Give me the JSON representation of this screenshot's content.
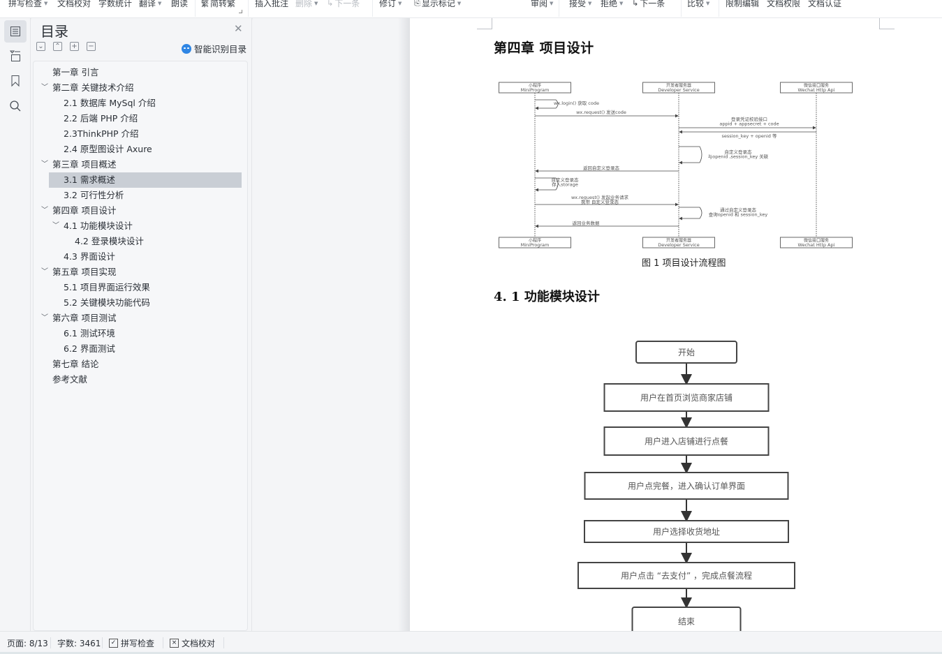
{
  "toolbar": {
    "items": [
      {
        "label": "拼写检查",
        "caret": true,
        "disabled": false
      },
      {
        "label": "文档校对",
        "caret": false,
        "disabled": false
      },
      {
        "label": "字数统计",
        "caret": false,
        "disabled": false
      },
      {
        "label": "翻译",
        "caret": true,
        "disabled": false
      },
      {
        "label": "朗读",
        "caret": false,
        "disabled": false
      },
      {
        "label": "简转繁",
        "caret": false,
        "disabled": false,
        "icon": "simplified-traditional-icon"
      },
      {
        "label": "插入批注",
        "caret": false,
        "disabled": false
      },
      {
        "label": "删除",
        "caret": true,
        "disabled": true
      },
      {
        "label": "下一条",
        "caret": false,
        "disabled": true,
        "icon": "next-comment-icon"
      },
      {
        "label": "修订",
        "caret": true,
        "disabled": false
      },
      {
        "label": "显示标记",
        "caret": true,
        "disabled": false,
        "icon": "show-markup-icon"
      },
      {
        "label": "审阅",
        "caret": true,
        "disabled": false
      },
      {
        "label": "接受",
        "caret": true,
        "disabled": false
      },
      {
        "label": "拒绝",
        "caret": true,
        "disabled": false
      },
      {
        "label": "下一条",
        "caret": false,
        "disabled": false,
        "icon": "next-revision-icon"
      },
      {
        "label": "比较",
        "caret": true,
        "disabled": false
      },
      {
        "label": "限制编辑",
        "caret": false,
        "disabled": false
      },
      {
        "label": "文档权限",
        "caret": false,
        "disabled": false
      },
      {
        "label": "文档认证",
        "caret": false,
        "disabled": false
      }
    ]
  },
  "sidebar": {
    "icons": [
      "toc-icon",
      "navigation-folder-icon",
      "bookmark-icon",
      "search-icon"
    ]
  },
  "toc": {
    "title": "目录",
    "smart_label": "智能识别目录",
    "tools": [
      "collapse-all",
      "expand-up",
      "add-level",
      "remove-level"
    ],
    "items": [
      {
        "label": "第一章  引言",
        "level": 0,
        "chevron": false,
        "selected": false
      },
      {
        "label": "第二章  关键技术介绍",
        "level": 0,
        "chevron": true,
        "selected": false
      },
      {
        "label": "2.1 数据库  MySql 介绍",
        "level": 1,
        "chevron": false,
        "selected": false
      },
      {
        "label": "2.2 后端 PHP 介绍",
        "level": 1,
        "chevron": false,
        "selected": false
      },
      {
        "label": "2.3ThinkPHP 介绍",
        "level": 1,
        "chevron": false,
        "selected": false
      },
      {
        "label": "2.4 原型图设计 Axure",
        "level": 1,
        "chevron": false,
        "selected": false
      },
      {
        "label": "第三章  项目概述",
        "level": 0,
        "chevron": true,
        "selected": false
      },
      {
        "label": "3.1 需求概述",
        "level": 1,
        "chevron": false,
        "selected": true
      },
      {
        "label": "3.2 可行性分析",
        "level": 1,
        "chevron": false,
        "selected": false
      },
      {
        "label": "第四章  项目设计",
        "level": 0,
        "chevron": true,
        "selected": false
      },
      {
        "label": "4.1 功能模块设计",
        "level": 1,
        "chevron": true,
        "selected": false
      },
      {
        "label": "4.2 登录模块设计",
        "level": 2,
        "chevron": false,
        "selected": false
      },
      {
        "label": "4.3 界面设计",
        "level": 1,
        "chevron": false,
        "selected": false
      },
      {
        "label": "第五章  项目实现",
        "level": 0,
        "chevron": true,
        "selected": false
      },
      {
        "label": "5.1 项目界面运行效果",
        "level": 1,
        "chevron": false,
        "selected": false
      },
      {
        "label": "5.2 关键模块功能代码",
        "level": 1,
        "chevron": false,
        "selected": false
      },
      {
        "label": "第六章  项目测试",
        "level": 0,
        "chevron": true,
        "selected": false
      },
      {
        "label": "6.1 测试环境",
        "level": 1,
        "chevron": false,
        "selected": false
      },
      {
        "label": "6.2 界面测试",
        "level": 1,
        "chevron": false,
        "selected": false
      },
      {
        "label": "第七章  结论",
        "level": 0,
        "chevron": false,
        "selected": false
      },
      {
        "label": "参考文献",
        "level": 0,
        "chevron": false,
        "selected": false
      }
    ]
  },
  "document": {
    "chapter_heading": "第四章  项目设计",
    "sequence_diagram": {
      "participants": [
        {
          "cn": "小程序",
          "en": "MiniProgram"
        },
        {
          "cn": "开发者服务器",
          "en": "Developer Service"
        },
        {
          "cn": "微信接口服务",
          "en": "Wechat Http Api"
        }
      ],
      "messages": [
        {
          "text": [
            "wx.login() 获取 code"
          ]
        },
        {
          "text": [
            "wx.request() 发送code"
          ]
        },
        {
          "text": [
            "登录凭证校验接口",
            "appid + appsecret + code"
          ]
        },
        {
          "text": [
            "session_key + openid 等"
          ]
        },
        {
          "text": [
            "自定义登录态",
            "与openid ,session_key 关联"
          ]
        },
        {
          "text": [
            "返回自定义登录态"
          ]
        },
        {
          "text": [
            "自定义登录态",
            "存入storage"
          ]
        },
        {
          "text": [
            "wx.request() 发起业务请求",
            "携带 自定义登录态"
          ]
        },
        {
          "text": [
            "通过自定义登录态",
            "查询openid 和 session_key"
          ]
        },
        {
          "text": [
            "返回业务数据"
          ]
        }
      ]
    },
    "figure_caption": "图 1 项目设计流程图",
    "section_heading": "4. 1 功能模块设计",
    "flowchart": {
      "steps": [
        "开始",
        "用户在首页浏览商家店铺",
        "用户进入店铺进行点餐",
        "用户点完餐，进入确认订单界面",
        "用户选择收货地址",
        "用户点击 “去支付” ，完成点餐流程",
        "结束"
      ]
    }
  },
  "statusbar": {
    "page": "页面: 8/13",
    "words": "字数: 3461",
    "spell_check": "拼写检查",
    "proofread": "文档校对"
  }
}
